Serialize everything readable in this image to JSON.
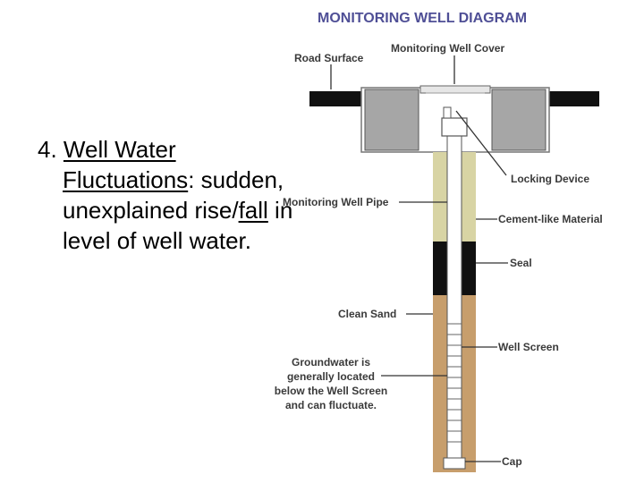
{
  "diagram": {
    "title": "MONITORING WELL DIAGRAM",
    "labels": {
      "road_surface": "Road Surface",
      "well_cover": "Monitoring Well Cover",
      "locking_device": "Locking Device",
      "well_pipe": "Monitoring Well Pipe",
      "cement": "Cement-like Material",
      "seal": "Seal",
      "clean_sand": "Clean Sand",
      "well_screen": "Well Screen",
      "groundwater_l1": "Groundwater is",
      "groundwater_l2": "generally located",
      "groundwater_l3": "below the Well Screen",
      "groundwater_l4": "and can fluctuate.",
      "cap": "Cap"
    }
  },
  "bullet": {
    "number": "4. ",
    "term_part1": "Well Water",
    "term_part2": "Fluctuations",
    "after_term": ": sudden,",
    "line3_a": "unexplained rise/",
    "line3_underlined": "fall",
    "line3_b": " in",
    "line4": "level of well water."
  },
  "colors": {
    "title": "#4f4f96",
    "road": "#111111",
    "vault": "#a6a6a6",
    "cement": "#d8d4a4",
    "seal": "#111111",
    "sand": "#c79e6c",
    "pipe": "#ffffff"
  }
}
